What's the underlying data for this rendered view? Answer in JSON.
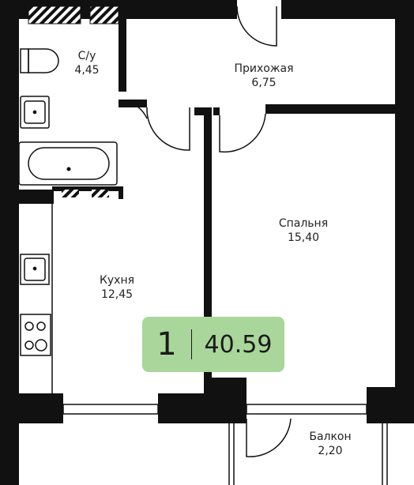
{
  "rooms": {
    "bathroom": {
      "name": "С/у",
      "area": "4,45"
    },
    "hall": {
      "name": "Прихожая",
      "area": "6,75"
    },
    "bedroom": {
      "name": "Спальня",
      "area": "15,40"
    },
    "kitchen": {
      "name": "Кухня",
      "area": "12,45"
    },
    "balcony": {
      "name": "Балкон",
      "area": "2,20"
    }
  },
  "summary": {
    "room_count": "1",
    "total_area": "40.59"
  },
  "colors": {
    "wall": "#111111",
    "badge": "#a9d69a",
    "text": "#222222"
  }
}
